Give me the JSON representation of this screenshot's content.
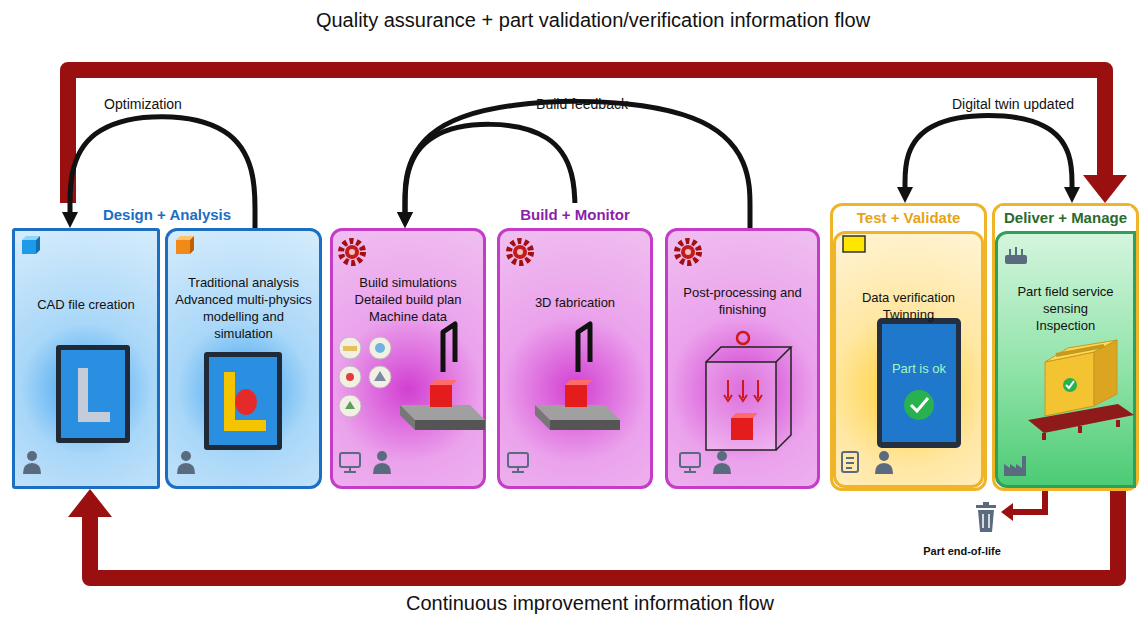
{
  "diagram": {
    "nodes": [
      {
        "text": [
          "Design + Analysis"
        ]
      },
      {
        "text": [
          "CAD file creation"
        ],
        "in": 0
      },
      {
        "text": [
          "Traditional analysis",
          "Advanced multi-physics modelling and simulation"
        ],
        "in": 0
      },
      {
        "text": [
          "Build + Monitor"
        ]
      },
      {
        "text": [
          "Build simulations",
          "Detailed build plan",
          "Machine data"
        ],
        "in": 3
      },
      {
        "text": [
          "3D fabrication"
        ],
        "in": 3
      },
      {
        "text": [
          "Post-processing and finishing"
        ],
        "in": 3
      },
      {
        "text": [
          "Test + Validate",
          "Data verification",
          "Twinning"
        ]
      },
      {
        "text": [
          "Deliver + Manage",
          "Part field service sensing",
          "Inspection"
        ]
      }
    ],
    "edges": [
      {
        "from": 0,
        "to": 8,
        "arrow": "to",
        "label": "Quality assurance + part validation/verification information flow"
      },
      {
        "from": 8,
        "to": 1,
        "arrow": "to",
        "label": "Continuous improvement information flow"
      },
      {
        "from": 2,
        "to": 1,
        "arrow": "to",
        "label": "Optimization"
      },
      {
        "from": 5,
        "to": 4,
        "arrow": "to",
        "label": "Build feedback"
      },
      {
        "from": 6,
        "to": 4,
        "arrow": "to"
      },
      {
        "from": 7,
        "to": 8,
        "arrow": "both",
        "label": "Digital twin updated"
      }
    ],
    "labels": [
      "Part is ok",
      "Part end-of-life"
    ]
  }
}
